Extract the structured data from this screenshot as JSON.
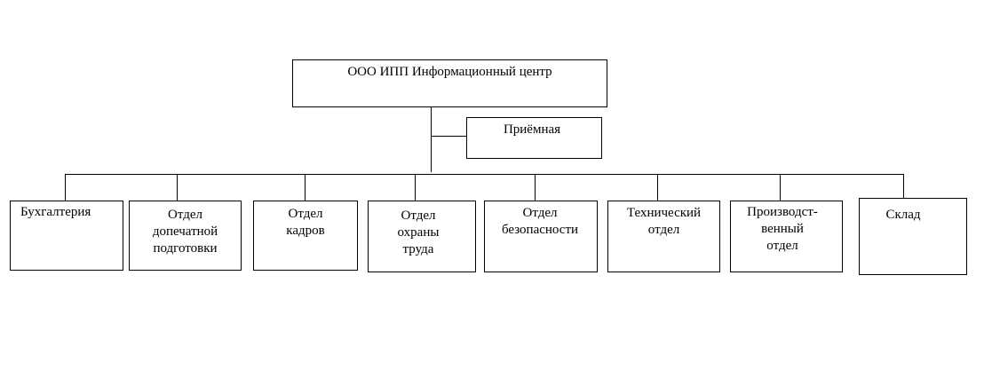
{
  "diagram": {
    "root": {
      "label": "ООО ИПП Информационный центр"
    },
    "assistant": {
      "label": "Приёмная"
    },
    "departments": [
      {
        "label": "Бухгалтерия"
      },
      {
        "label": "Отдел\nдопечатной\nподготовки"
      },
      {
        "label": "Отдел\nкадров"
      },
      {
        "label": "Отдел\nохраны\nтруда"
      },
      {
        "label": "Отдел\nбезопасности"
      },
      {
        "label": "Технический\nотдел"
      },
      {
        "label": "Производст-\nвенный\nотдел"
      },
      {
        "label": "Склад"
      }
    ]
  }
}
